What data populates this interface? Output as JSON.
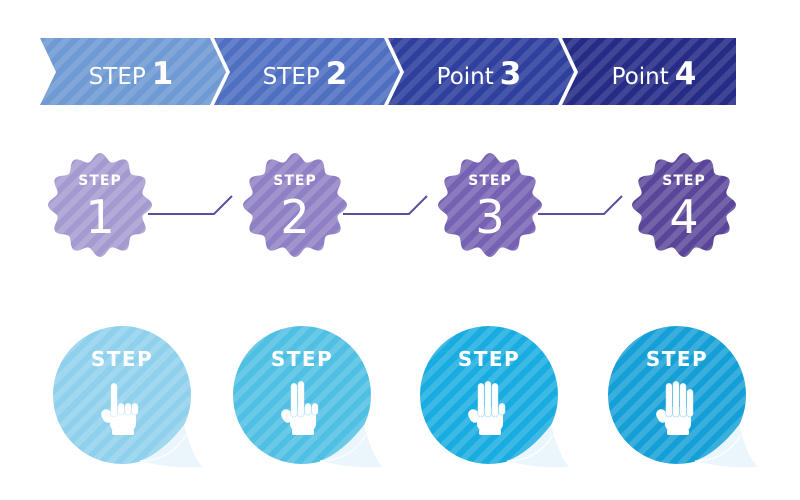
{
  "arrow_row": [
    {
      "prefix": "STEP",
      "number": "1",
      "color": "#6f9ad3"
    },
    {
      "prefix": "STEP",
      "number": "2",
      "color": "#4f6fc1"
    },
    {
      "prefix": "Point",
      "number": "3",
      "color": "#2f3f9e"
    },
    {
      "prefix": "Point",
      "number": "4",
      "color": "#262c86"
    }
  ],
  "badge_row": [
    {
      "label": "STEP",
      "number": "1",
      "color": "#a59ad0"
    },
    {
      "label": "STEP",
      "number": "2",
      "color": "#8f7fc4"
    },
    {
      "label": "STEP",
      "number": "3",
      "color": "#7661b2"
    },
    {
      "label": "STEP",
      "number": "4",
      "color": "#5b4599"
    }
  ],
  "circle_row": [
    {
      "label": "STEP",
      "fingers": 1,
      "icon": "hand-one-finger-icon",
      "color": "#8fd0ec"
    },
    {
      "label": "STEP",
      "fingers": 2,
      "icon": "hand-two-fingers-icon",
      "color": "#4fbfe4"
    },
    {
      "label": "STEP",
      "fingers": 3,
      "icon": "hand-three-fingers-icon",
      "color": "#18ace0"
    },
    {
      "label": "STEP",
      "fingers": 4,
      "icon": "hand-four-fingers-icon",
      "color": "#149fd6"
    }
  ],
  "connector_color": "#5b4e9e"
}
